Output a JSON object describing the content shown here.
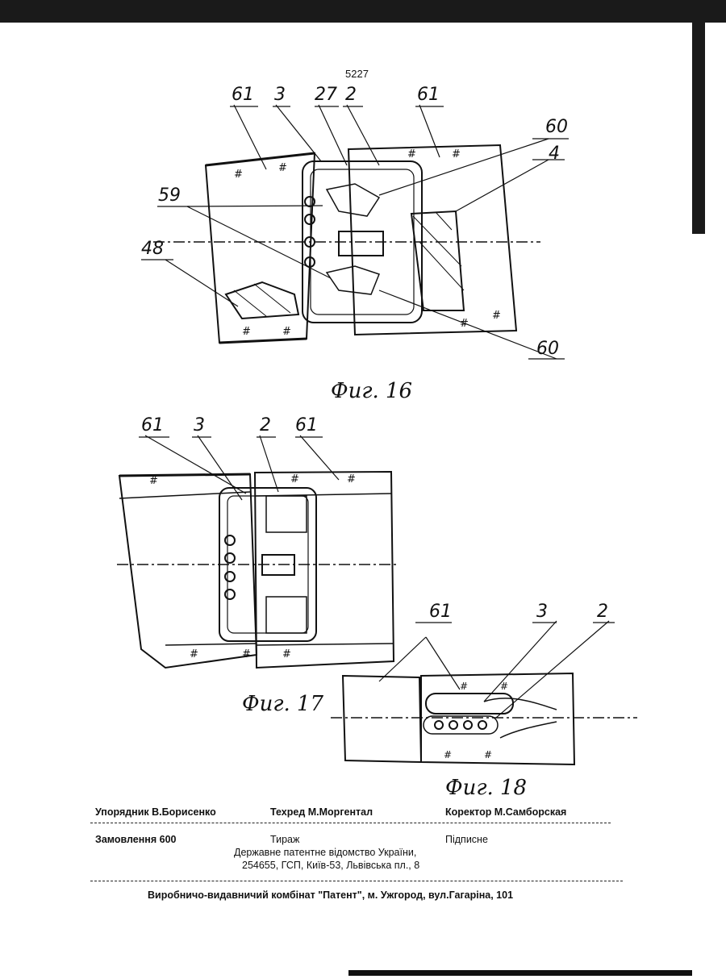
{
  "page_number": "5227",
  "figures": {
    "fig16": {
      "caption": "Фиг. 16",
      "callouts": [
        "61",
        "3",
        "27",
        "2",
        "61",
        "60",
        "4",
        "59",
        "48",
        "60"
      ]
    },
    "fig17": {
      "caption": "Фиг. 17",
      "callouts": [
        "61",
        "3",
        "2",
        "61"
      ]
    },
    "fig18": {
      "caption": "Фиг. 18",
      "callouts": [
        "61",
        "3",
        "2"
      ]
    }
  },
  "colophon": {
    "compiler": "Упорядник  В.Борисенко",
    "tech_editor": "Техред М.Моргентал",
    "corrector": "Коректор М.Самборская",
    "order": "Замовлення 600",
    "circulation": "Тираж",
    "subscription": "Підписне",
    "office_line1": "Державне  патентне  відомство  України,",
    "office_line2": "254655, ГСП, Київ-53, Львівська пл., 8",
    "printer": "Виробничо-видавничий комбінат  \"Патент\", м. Ужгород, вул.Гагаріна, 101"
  }
}
